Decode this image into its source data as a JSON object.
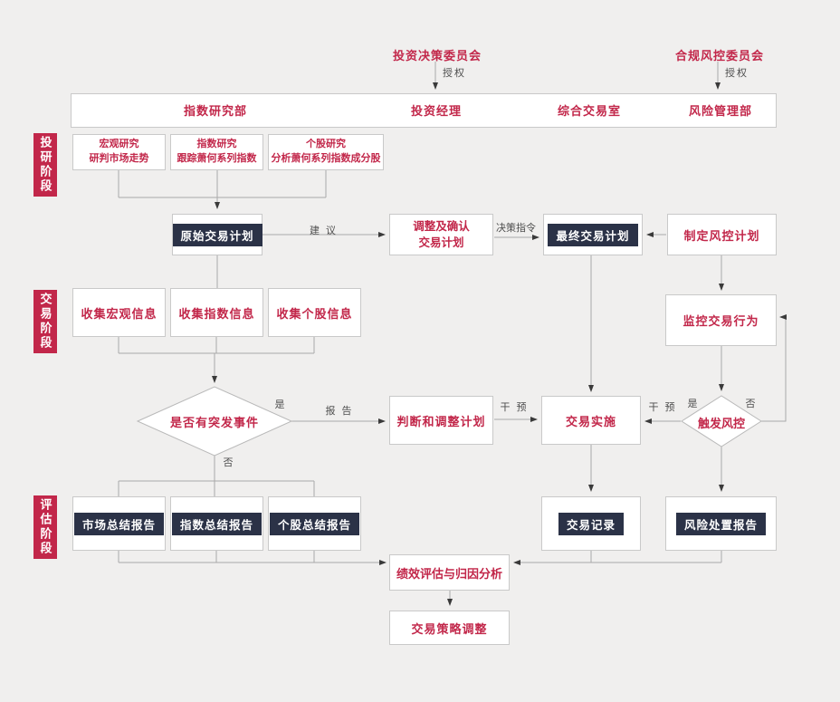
{
  "committees": {
    "investment": {
      "label": "投资决策委员会",
      "arrow_label": "授权"
    },
    "compliance": {
      "label": "合规风控委员会",
      "arrow_label": "授权"
    }
  },
  "departments": [
    {
      "label": "指数研究部"
    },
    {
      "label": "投资经理"
    },
    {
      "label": "综合交易室"
    },
    {
      "label": "风险管理部"
    }
  ],
  "phases": [
    {
      "label": "投研阶段"
    },
    {
      "label": "交易阶段"
    },
    {
      "label": "评估阶段"
    }
  ],
  "nodes": {
    "macro_research": {
      "line1": "宏观研究",
      "line2": "研判市场走势"
    },
    "index_research": {
      "line1": "指数研究",
      "line2": "跟踪萧何系列指数"
    },
    "stock_research": {
      "line1": "个股研究",
      "line2": "分析萧何系列指数成分股"
    },
    "original_plan": {
      "label": "原始交易计划"
    },
    "adjust_confirm_plan": {
      "line1": "调整及确认",
      "line2": "交易计划"
    },
    "final_plan": {
      "label": "最终交易计划"
    },
    "make_risk_plan": {
      "label": "制定风控计划"
    },
    "collect_macro": {
      "label": "收集宏观信息"
    },
    "collect_index": {
      "label": "收集指数信息"
    },
    "collect_stock": {
      "label": "收集个股信息"
    },
    "monitor_trading": {
      "label": "监控交易行为"
    },
    "emergency_decision": {
      "label": "是否有突发事件"
    },
    "judge_adjust": {
      "label": "判断和调整计划"
    },
    "trade_execute": {
      "label": "交易实施"
    },
    "risk_trigger": {
      "label": "触发风控"
    },
    "market_report": {
      "label": "市场总结报告"
    },
    "index_report": {
      "label": "指数总结报告"
    },
    "stock_report": {
      "label": "个股总结报告"
    },
    "trade_record": {
      "label": "交易记录"
    },
    "risk_report": {
      "label": "风险处置报告"
    },
    "performance_eval": {
      "label": "绩效评估与归因分析"
    },
    "strategy_adjust": {
      "label": "交易策略调整"
    }
  },
  "edge_labels": {
    "suggestion": "建 议",
    "decision_order": "决策指令",
    "report": "报 告",
    "intervene_left": "干 预",
    "intervene_right": "干 预",
    "yes_emergency": "是",
    "no_emergency": "否",
    "yes_risk": "是",
    "no_risk": "否"
  },
  "colors": {
    "accent_red": "#c2274a",
    "badge_navy": "#2b3247",
    "line_gray": "#a9a9a9",
    "background": "#f0efee"
  }
}
